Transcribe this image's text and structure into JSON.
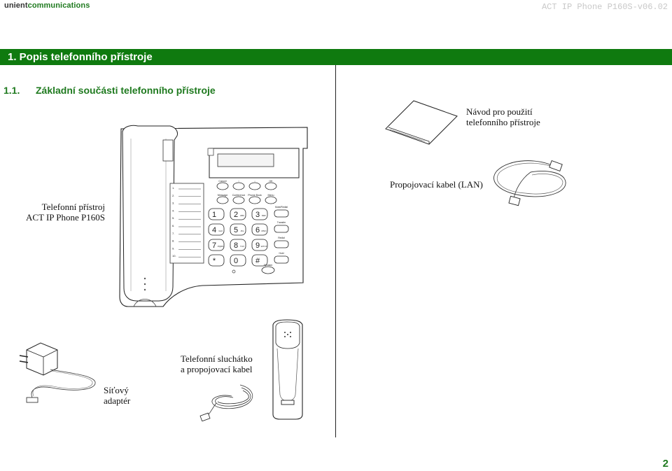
{
  "header": {
    "brand_prefix": "unient",
    "brand_suffix": "communications",
    "doc_code": "ACT IP Phone P160S-v06.02"
  },
  "section": {
    "title": "1.  Popis telefonního přístroje"
  },
  "subsection": {
    "number": "1.1.",
    "title": "Základní součásti telefonního přístroje"
  },
  "labels": {
    "manual": [
      "Návod pro použití",
      "telefonního přístroje"
    ],
    "lan_cable": "Propojovací kabel (LAN)",
    "phone": [
      "Telefonní přístroj",
      "ACT IP Phone  P160S"
    ],
    "handset": [
      "Telefonní sluchátko",
      "a propojovací kabel"
    ],
    "adapter": [
      "Síťový",
      "adaptér"
    ]
  },
  "phone_keys": {
    "function_row1": [
      "Cancel",
      "↑",
      "↓",
      "OK"
    ],
    "function_row2": [
      "Message",
      "Conference",
      "Phone Book",
      "Menu"
    ],
    "side_keys": [
      "Mute/Redial",
      "Transfer",
      "Redial",
      "Hold",
      "Speaker"
    ],
    "digits": [
      "1",
      "2",
      "3",
      "4",
      "5",
      "6",
      "7",
      "8",
      "9",
      "*",
      "0",
      "#"
    ],
    "digit_letters": [
      "",
      "ABC",
      "DEF",
      "GHI",
      "JKL",
      "MNO",
      "PQRS",
      "TUV",
      "WXYZ",
      "",
      "",
      ""
    ],
    "memory_labels": [
      "1.",
      "2.",
      "3.",
      "4.",
      "5.",
      "6.",
      "7.",
      "8.",
      "9.",
      "10."
    ]
  },
  "page": {
    "number": "2"
  },
  "colors": {
    "accent_green": "#0f7a0f",
    "text_green": "#1f7a1f",
    "header_code_gray": "#c8c8c8"
  }
}
